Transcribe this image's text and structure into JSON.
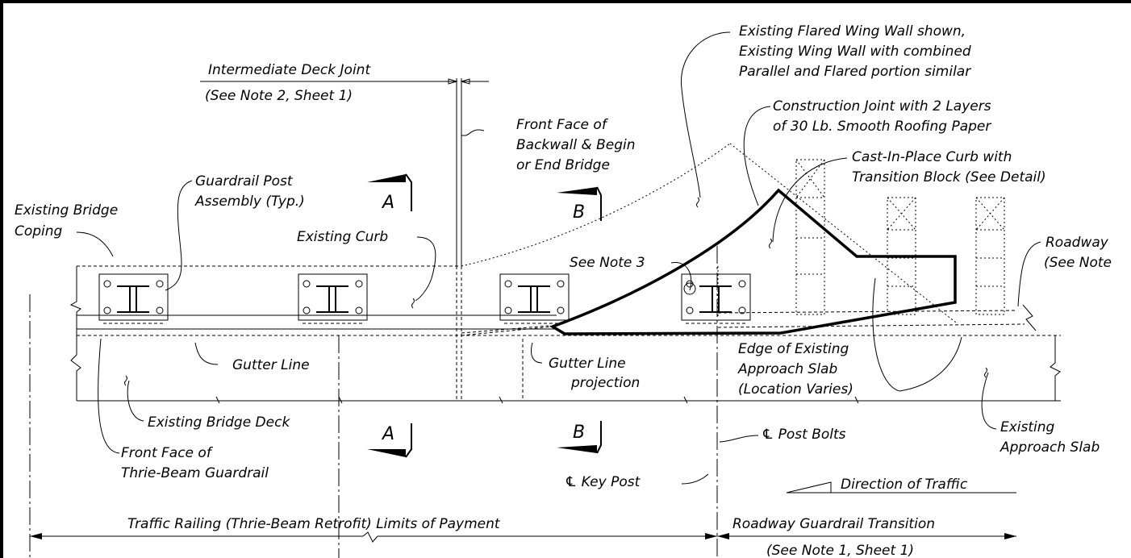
{
  "labels": {
    "intermediate_joint_1": "Intermediate Deck Joint",
    "intermediate_joint_2": "(See Note 2, Sheet 1)",
    "front_face_backwall_1": "Front Face of",
    "front_face_backwall_2": "Backwall & Begin",
    "front_face_backwall_3": "or End Bridge",
    "flared_wing_1": "Existing Flared Wing Wall shown,",
    "flared_wing_2": "Existing Wing Wall with combined",
    "flared_wing_3": "Parallel and Flared portion similar",
    "construction_joint_1": "Construction Joint with 2 Layers",
    "construction_joint_2": "of 30 Lb. Smooth Roofing Paper",
    "cip_curb_1": "Cast-In-Place Curb with",
    "cip_curb_2": "Transition Block (See Detail)",
    "guardrail_post_1": "Guardrail Post",
    "guardrail_post_2": "Assembly (Typ.)",
    "bridge_coping_1": "Existing Bridge",
    "bridge_coping_2": "Coping",
    "existing_curb": "Existing Curb",
    "see_note_3": "See Note 3",
    "roadway_1": "Roadway",
    "roadway_2": "(See Note",
    "gutter_line": "Gutter Line",
    "gutter_projection_1": "Gutter Line",
    "gutter_projection_2": "projection",
    "edge_approach_1": "Edge of Existing",
    "edge_approach_2": "Approach Slab",
    "edge_approach_3": "(Location Varies)",
    "bridge_deck": "Existing Bridge Deck",
    "thrie_beam_1": "Front Face of",
    "thrie_beam_2": "Thrie-Beam Guardrail",
    "post_bolts": "℄ Post Bolts",
    "key_post": "℄ Key Post",
    "approach_slab_1": "Existing",
    "approach_slab_2": "Approach Slab",
    "direction_traffic": "Direction of Traffic",
    "limits_payment": "Traffic Railing (Thrie-Beam Retrofit) Limits of Payment",
    "guardrail_transition_1": "Roadway Guardrail Transition",
    "guardrail_transition_2": "(See Note 1, Sheet 1)",
    "section_a": "A",
    "section_b": "B"
  }
}
